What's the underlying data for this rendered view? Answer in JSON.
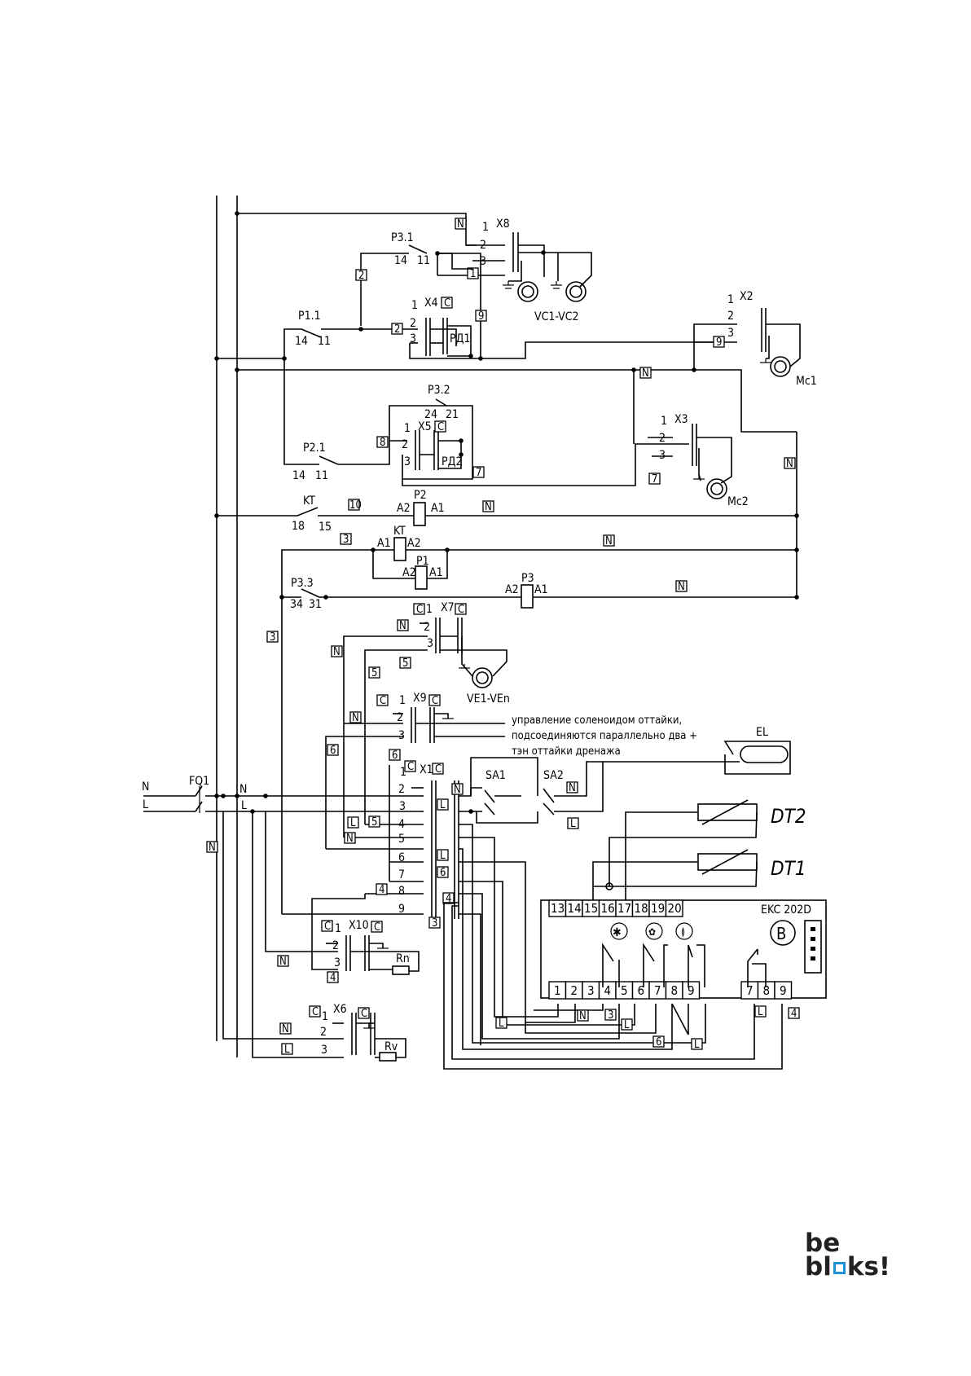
{
  "diagram": {
    "components": {
      "X8": "X8",
      "VC": "VC1-VC2",
      "P31": "P3.1",
      "P32": "P3.2",
      "P33": "P3.3",
      "P11": "P1.1",
      "P21": "P2.1",
      "X4": "X4",
      "X5": "X5",
      "RD1": "РД1",
      "RD2": "РД2",
      "X2": "X2",
      "Mc1": "Mc1",
      "X3": "X3",
      "Mc2": "Mc2",
      "KT": "KT",
      "P2": "P2",
      "P1": "P1",
      "P3": "P3",
      "X7": "X7",
      "VE": "VE1-VEn",
      "X9": "X9",
      "X1": "X1",
      "SA1": "SA1",
      "SA2": "SA2",
      "EL": "EL",
      "DT2": "DT2",
      "DT1": "DT1",
      "FQ1": "FQ1",
      "X10": "X10",
      "Rn": "Rn",
      "X6": "X6",
      "Rv": "Rv",
      "EKC": "EKC 202D",
      "B": "B"
    },
    "note": [
      "управление соленоидом оттайки,",
      "подсоединяются параллельно два +",
      "тэн оттайки дренажа"
    ],
    "ekc_top_terminals": [
      "13",
      "14",
      "15",
      "16",
      "17",
      "18",
      "19",
      "20"
    ],
    "ekc_bottom_terminals": [
      "1",
      "2",
      "3",
      "4",
      "5",
      "6",
      "7",
      "8",
      "9"
    ],
    "ekc_right_terminals": [
      "7",
      "8",
      "9"
    ]
  },
  "logo": {
    "line1": "be",
    "line2a": "bl",
    "line2b": "ks!"
  }
}
